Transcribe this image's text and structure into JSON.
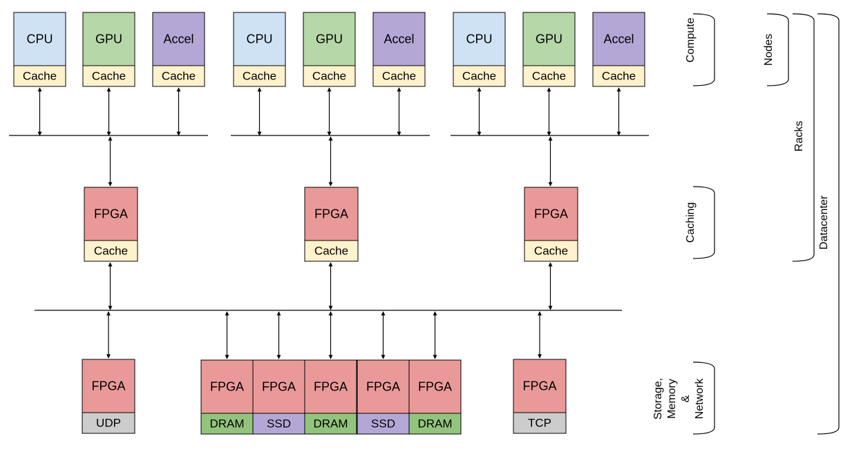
{
  "labels": {
    "cpu": "CPU",
    "gpu": "GPU",
    "accel": "Accel",
    "cache": "Cache",
    "fpga": "FPGA",
    "udp": "UDP",
    "tcp": "TCP",
    "dram": "DRAM",
    "ssd": "SSD"
  },
  "tiers": {
    "compute": "Compute",
    "caching": "Caching",
    "storage_line1": "Storage,",
    "storage_line2": "Memory",
    "storage_line3": "&",
    "storage_line4": "Network"
  },
  "scopes": {
    "nodes": "Nodes",
    "racks": "Racks",
    "datacenter": "Datacenter"
  },
  "colors": {
    "cpu": "#cfe2f3",
    "gpu": "#b6d7a8",
    "accel": "#b4a7d6",
    "cache": "#fff2cc",
    "fpga": "#ea9999",
    "udp_tcp": "#cccccc",
    "dram": "#93c47d",
    "ssd": "#b4a7d6"
  }
}
